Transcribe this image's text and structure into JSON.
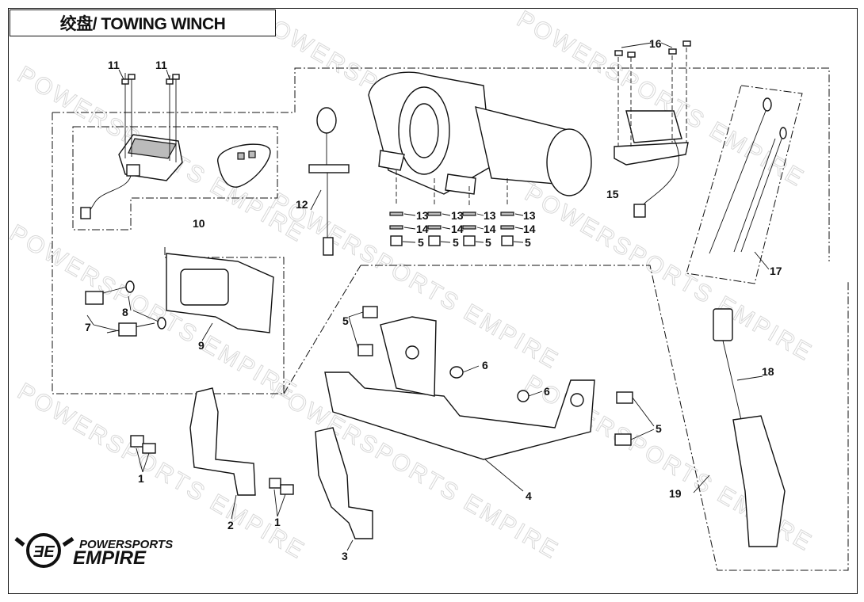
{
  "title": "绞盘/ TOWING WINCH",
  "watermark": "POWERSPORTS EMPIRE",
  "logo": {
    "line1": "POWERSPORTS",
    "line2": "EMPIRE"
  },
  "callouts": {
    "c11a": "11",
    "c11b": "11",
    "c16": "16",
    "c10": "10",
    "c12": "12",
    "c13a": "13",
    "c13b": "13",
    "c13c": "13",
    "c13d": "13",
    "c14a": "14",
    "c14b": "14",
    "c14c": "14",
    "c14d": "14",
    "c5a": "5",
    "c5b": "5",
    "c5c": "5",
    "c5d": "5",
    "c15": "15",
    "c17": "17",
    "c8": "8",
    "c7": "7",
    "c9": "9",
    "c5e": "5",
    "c6a": "6",
    "c6b": "6",
    "c5f": "5",
    "c18": "18",
    "c1a": "1",
    "c1b": "1",
    "c2": "2",
    "c4": "4",
    "c19": "19",
    "c3": "3"
  }
}
